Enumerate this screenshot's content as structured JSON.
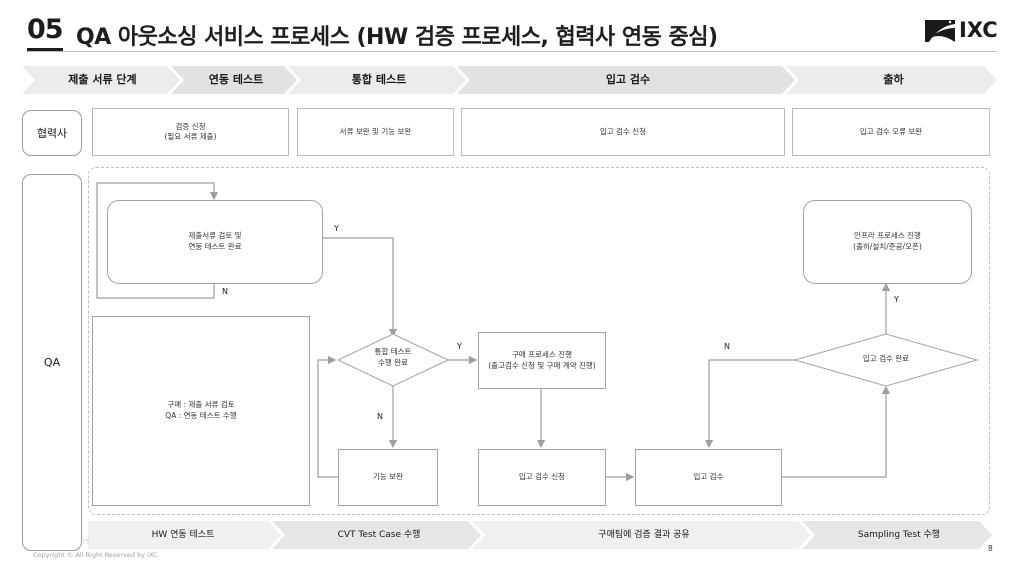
{
  "header": {
    "number": "05",
    "title": "QA 아웃소싱 서비스 프로세스 (HW 검증 프로세스, 협력사 연동 중심)",
    "logo_text": "IXC"
  },
  "phases": [
    "제출 서류 단계",
    "연동 테스트",
    "통합 테스트",
    "입고 검수",
    "출하"
  ],
  "lanes": {
    "partner": "협력사",
    "qa": "QA"
  },
  "partner_boxes": [
    [
      "검증 신청",
      "(필요 서류 제출)"
    ],
    [
      "서류 보완 및 기능 보완"
    ],
    [
      "입고 검수 신청"
    ],
    [
      "입고 검수 오류 보완"
    ]
  ],
  "qa_nodes": {
    "review": [
      "제출서류 검토 및",
      "연동 테스트 완료"
    ],
    "roles": [
      "구매 : 제출 서류 검토",
      "QA : 연동 테스트 수행"
    ],
    "integration_decision": [
      "통합 테스트",
      "수행 완료"
    ],
    "fix": [
      "기능 보완"
    ],
    "purchase": [
      "구매 프로세스 진행",
      "(출고검수 신청 및 구매 계약 진행)"
    ],
    "receive_request": [
      "입고 검수 신청"
    ],
    "receive_inspection": [
      "입고 검수"
    ],
    "receive_decision": [
      "입고 검수 완료"
    ],
    "infra": [
      "인프라 프로세스 진행",
      "(출하/설치/준공/오픈)"
    ]
  },
  "yn": {
    "yes": "Y",
    "no": "N"
  },
  "bottom_labels": [
    "HW 연동 테스트",
    "CVT Test Case 수행",
    "구매팀에 검증 결과 공유",
    "Sampling Test 수행"
  ],
  "footer": {
    "copyright": "Copyright © All Right Reserved by IXC.",
    "page": "8",
    "faint": "은견"
  },
  "colors": {
    "phase_fill": "#ebebeb",
    "bottom_fill": "#eeeeee",
    "arrow": "#9e9e9e",
    "text": "#1d1d1d"
  }
}
